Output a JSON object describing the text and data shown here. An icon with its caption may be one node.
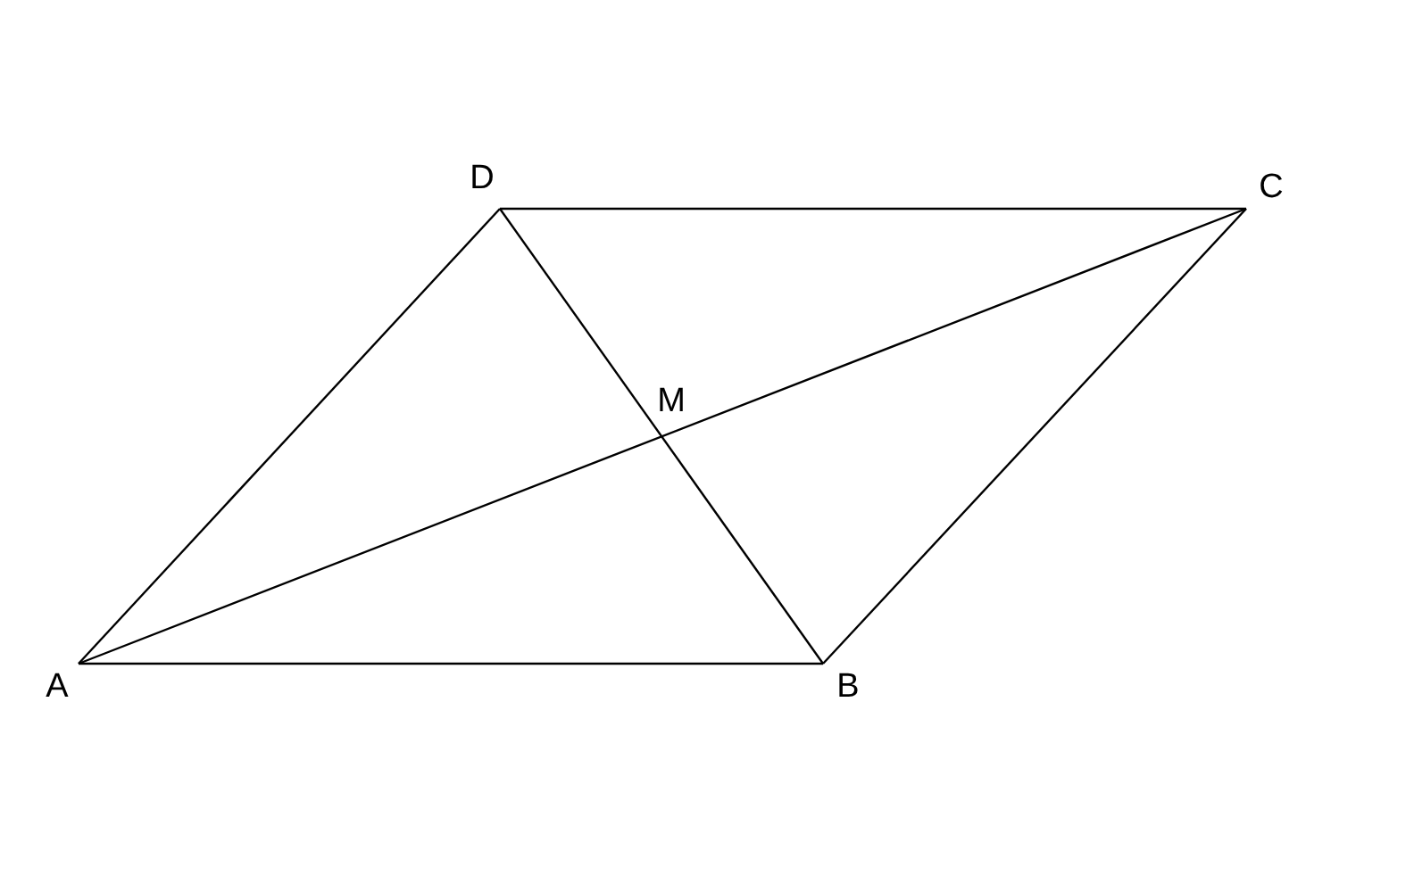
{
  "diagram": {
    "nodes": [
      {
        "text": [
          "A"
        ]
      },
      {
        "text": [
          "B"
        ]
      },
      {
        "text": [
          "C"
        ]
      },
      {
        "text": [
          "D"
        ]
      }
    ],
    "edges": [
      {
        "from": 0,
        "to": 1,
        "arrow": "none"
      },
      {
        "from": 1,
        "to": 2,
        "arrow": "none"
      },
      {
        "from": 2,
        "to": 3,
        "arrow": "none"
      },
      {
        "from": 3,
        "to": 0,
        "arrow": "none"
      },
      {
        "from": 0,
        "to": 2,
        "arrow": "none"
      },
      {
        "from": 3,
        "to": 1,
        "arrow": "none"
      }
    ],
    "labels": [
      "M"
    ]
  }
}
